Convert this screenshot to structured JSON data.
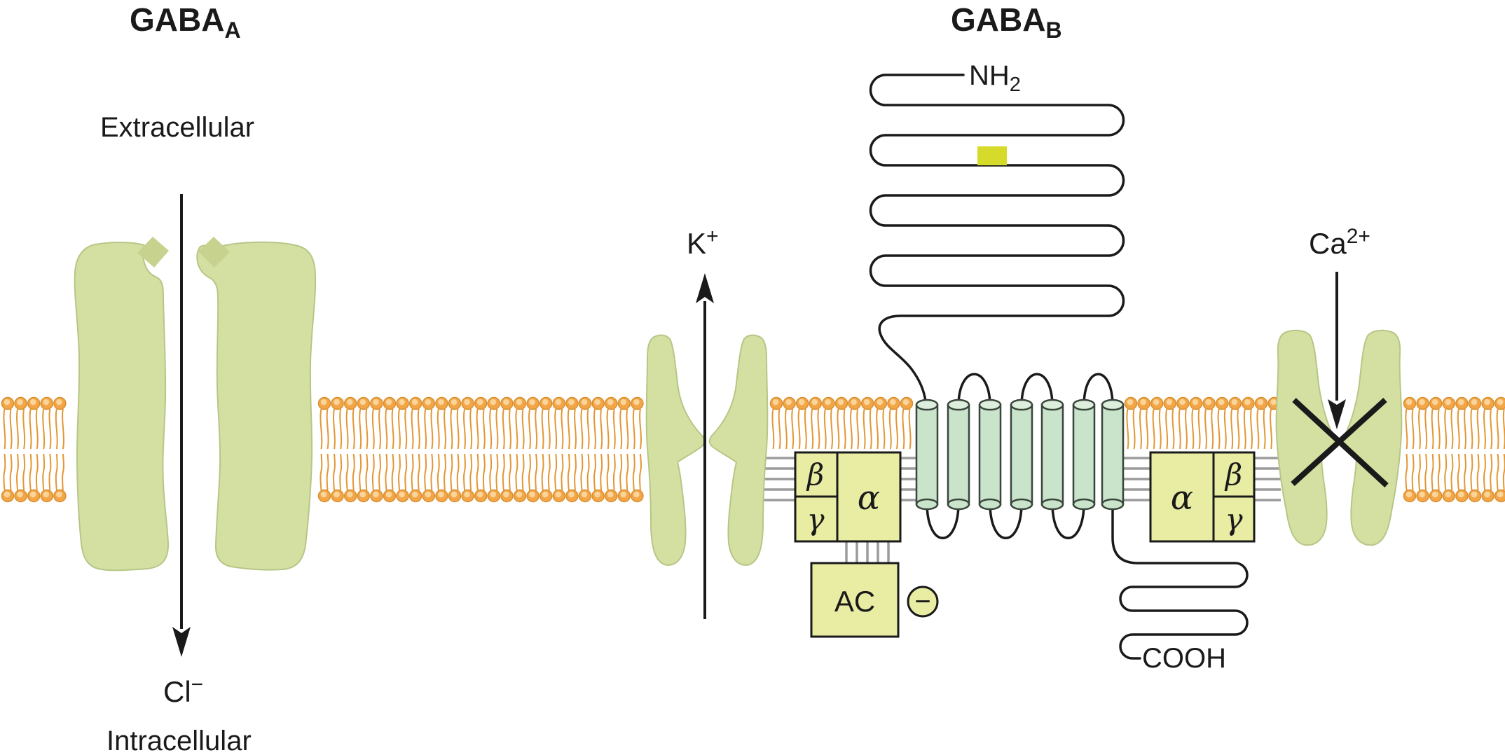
{
  "diagram": {
    "title_left": {
      "base": "GABA",
      "sub": "A"
    },
    "title_right": {
      "base": "GABA",
      "sub": "B"
    },
    "labels": {
      "extracellular": "Extracellular",
      "intracellular": "Intracellular",
      "chloride": {
        "base": "Cl",
        "sup": "−"
      },
      "potassium": {
        "base": "K",
        "sup": "+"
      },
      "calcium": {
        "base": "Ca",
        "sup": "2+"
      },
      "n_terminus": {
        "base": "NH",
        "sub": "2"
      },
      "c_terminus": "COOH",
      "g_alpha": "α",
      "g_beta": "β",
      "g_gamma": "γ",
      "adenylyl_cyclase": "AC",
      "inhibition": "−"
    },
    "colors": {
      "background": "#ffffff",
      "protein_green": "#d3e0a2",
      "protein_green_edge": "#b7c687",
      "ligand_diamond": "#c8d28f",
      "lipid_head": "#f2a648",
      "lipid_head_highlight": "#fbd9a2",
      "lipid_head_outline": "#da8f2f",
      "lipid_tail": "#e39734",
      "helix_fill": "#c9e4ca",
      "helix_top": "#ddeedd",
      "helix_outline": "#39453b",
      "box_fill": "#e9eda3",
      "box_outline": "#1a1a1a",
      "binding_site_square": "#d6da2b",
      "connector_gray": "#9b9b9b",
      "line_black": "#1a1a1a"
    }
  }
}
